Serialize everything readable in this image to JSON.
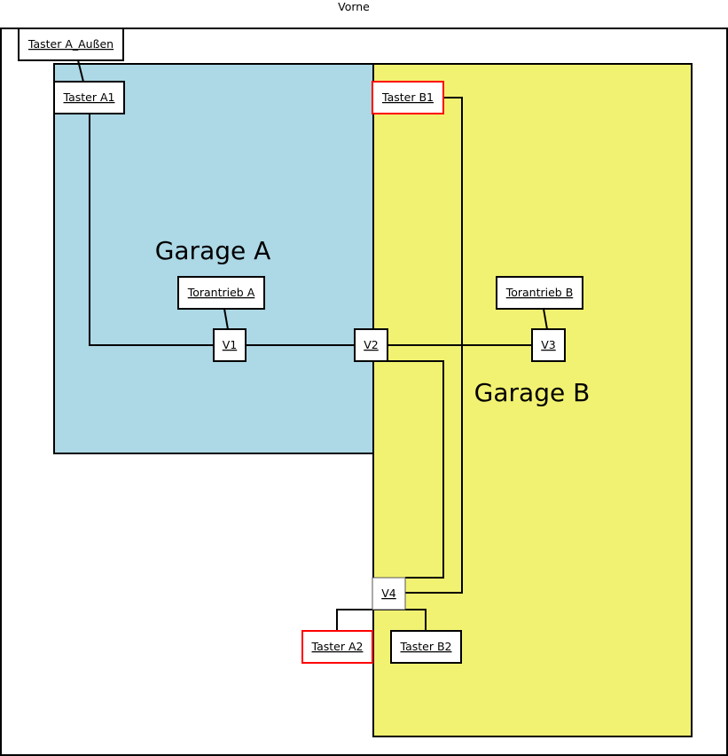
{
  "diagram": {
    "front_label": "Vorne",
    "colors": {
      "garage_a": "#ADD8E6",
      "garage_b": "#F2F272",
      "highlight_border": "#FF0000",
      "default_border": "#000000"
    },
    "regions": [
      {
        "id": "garage_a",
        "label": "Garage A"
      },
      {
        "id": "garage_b",
        "label": "Garage B"
      }
    ],
    "nodes": [
      {
        "id": "taster_a_aussen",
        "label": "Taster A_Außen",
        "highlight": false
      },
      {
        "id": "taster_a1",
        "label": "Taster A1",
        "highlight": false
      },
      {
        "id": "taster_b1",
        "label": "Taster B1",
        "highlight": true
      },
      {
        "id": "torantrieb_a",
        "label": "Torantrieb A",
        "highlight": false
      },
      {
        "id": "torantrieb_b",
        "label": "Torantrieb B",
        "highlight": false
      },
      {
        "id": "v1",
        "label": "V1",
        "highlight": false
      },
      {
        "id": "v2",
        "label": "V2",
        "highlight": false
      },
      {
        "id": "v3",
        "label": "V3",
        "highlight": false
      },
      {
        "id": "v4",
        "label": "V4",
        "highlight": false
      },
      {
        "id": "taster_a2",
        "label": "Taster A2",
        "highlight": true
      },
      {
        "id": "taster_b2",
        "label": "Taster B2",
        "highlight": false
      }
    ],
    "connections": [
      {
        "from": "taster_a_aussen",
        "to": "taster_a1"
      },
      {
        "from": "taster_a1",
        "to": "v1"
      },
      {
        "from": "torantrieb_a",
        "to": "v1"
      },
      {
        "from": "v1",
        "to": "v2"
      },
      {
        "from": "v2",
        "to": "v3"
      },
      {
        "from": "torantrieb_b",
        "to": "v3"
      },
      {
        "from": "v2",
        "to": "v4"
      },
      {
        "from": "taster_b1",
        "to": "v4"
      },
      {
        "from": "v4",
        "to": "taster_a2"
      },
      {
        "from": "v4",
        "to": "taster_b2"
      }
    ]
  }
}
